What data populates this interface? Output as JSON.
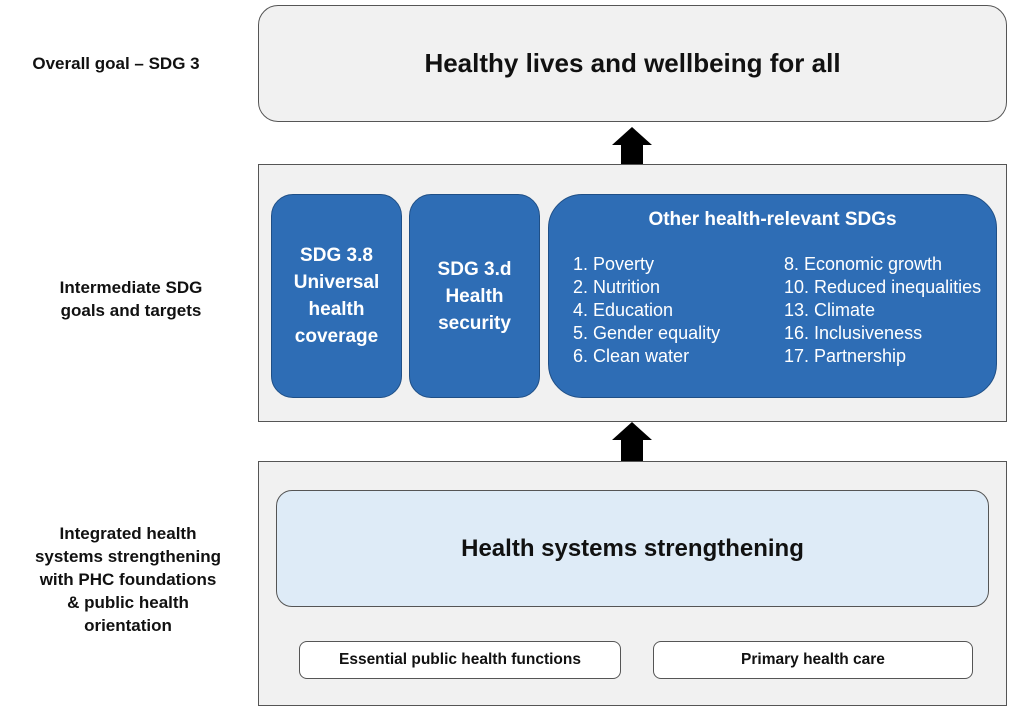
{
  "rows": {
    "overall": "Overall goal – SDG 3",
    "intermediate": [
      "Intermediate SDG",
      "goals and targets"
    ],
    "integrated": [
      "Integrated health",
      "systems strengthening",
      "with PHC foundations",
      "& public health",
      "orientation"
    ]
  },
  "goal": {
    "text": "Healthy lives and wellbeing for all"
  },
  "intermediate": {
    "uhc": [
      "SDG 3.8",
      "Universal",
      "health",
      "coverage"
    ],
    "security": [
      "SDG 3.d",
      "Health",
      "security"
    ],
    "other": {
      "title": "Other health-relevant SDGs",
      "left": [
        "1. Poverty",
        "2. Nutrition",
        "4. Education",
        "5. Gender equality",
        "6. Clean water"
      ],
      "right": [
        "8. Economic growth",
        "10. Reduced inequalities",
        "13. Climate",
        "16. Inclusiveness",
        "17. Partnership"
      ]
    }
  },
  "foundation": {
    "hss": "Health systems strengthening",
    "ephf": "Essential public health functions",
    "phc": "Primary health care"
  },
  "colors": {
    "blue_box": "#2e6db5",
    "light_blue": "#deebf7",
    "panel_grey": "#f1f1f1",
    "grey_arrow": "#808080",
    "double_arrow": "#a9cbe8"
  }
}
